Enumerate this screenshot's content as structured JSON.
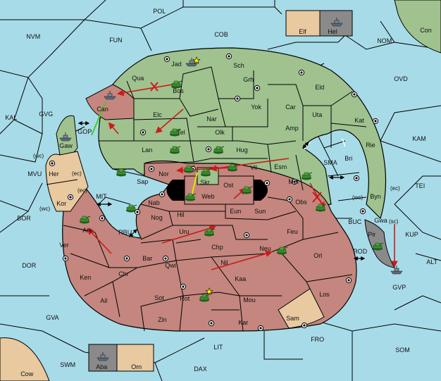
{
  "colors": {
    "sea": "#a8dbe8",
    "green": "#9fc28f",
    "red": "#c4867e",
    "tan": "#e8c9a0",
    "gray": "#8a8a8a",
    "border": "#000000",
    "order_arrow": "#cc1a1a",
    "support_line": "#e6e600",
    "convoy_line": "#44cc22"
  },
  "regions": {
    "sea": [
      "POL",
      "NVM",
      "FUN",
      "COB",
      "NOM",
      "OVD",
      "KAL",
      "GVG",
      "KAM",
      "MVU",
      "TEI",
      "BOR",
      "KUP",
      "DOR",
      "ALT",
      "GVA",
      "SWM",
      "LIT",
      "FRO",
      "SOM",
      "DAX",
      "MIT",
      "RBU",
      "SMA",
      "BUC",
      "ROD",
      "GOP"
    ],
    "green": [
      "Jad",
      "Sch",
      "Qua",
      "Bos",
      "Grh",
      "Eld",
      "Elc",
      "Nar",
      "Yok",
      "Car",
      "Uta",
      "Kat",
      "Tel",
      "Olk",
      "Amp",
      "Rie",
      "Lan",
      "Hug",
      "Bri",
      "Sap",
      "Vil",
      "Esm",
      "Byn",
      "Mel",
      "Gwa",
      "Gaw",
      "Skr"
    ],
    "red": [
      "Can",
      "Nor",
      "Ost",
      "Web",
      "Nab",
      "Hil",
      "Eun",
      "Sun",
      "Obs",
      "Nog",
      "Uru",
      "Feu",
      "Ark",
      "Ver",
      "Bar",
      "Chp",
      "Neu",
      "Qwi",
      "Orl",
      "Ken",
      "Chr",
      "Nil",
      "Kaa",
      "Los",
      "Ail",
      "Sot",
      "Rot",
      "Mou",
      "Zin",
      "Kar"
    ],
    "tan": [
      "Her",
      "Kor",
      "Sam",
      "Elf",
      "Orn",
      "Con",
      "Cow"
    ],
    "gray": [
      "Hel",
      "Aba",
      "Pir",
      "GVP"
    ]
  },
  "annotations": [
    "(wc)",
    "(ec)",
    "(ec)",
    "(wc)",
    "(wc)",
    "(ec)",
    "(sc)"
  ],
  "units": {
    "fleets": [
      "Jad",
      "Can",
      "Gaw",
      "Hel",
      "Aba",
      "GVP"
    ],
    "armies": [
      "Bos",
      "Tel",
      "Lan",
      "Hug",
      "Sap",
      "Nor",
      "Vil",
      "Skr",
      "Web",
      "Mel",
      "Ost",
      "Obs",
      "Nab",
      "Ark",
      "Uru",
      "Neu",
      "Pir",
      "Rot"
    ]
  },
  "icons": {
    "supply_center": "target-dot-icon",
    "fleet": "ship-icon",
    "army": "tank-icon",
    "star": "star-icon",
    "double_arrow": "double-arrow-icon",
    "failed_order": "x-mark-icon"
  }
}
